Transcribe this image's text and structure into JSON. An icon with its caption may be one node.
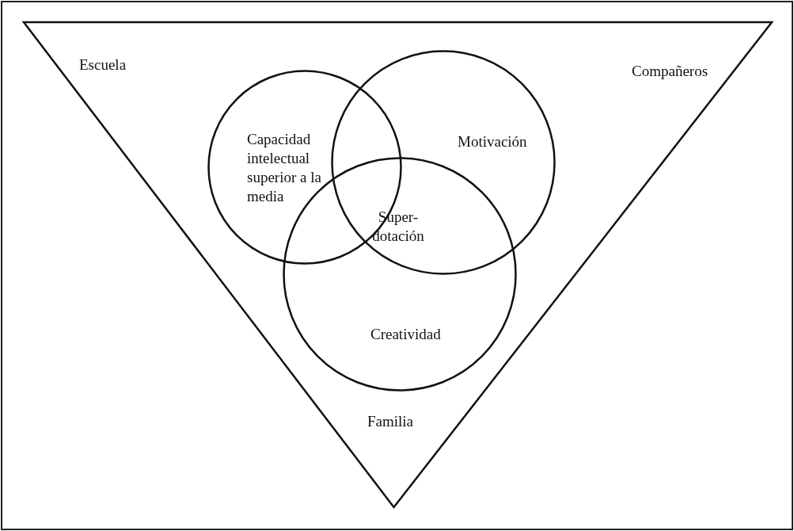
{
  "diagram": {
    "nodes": [
      {
        "text": [
          "Escuela",
          "Compañeros",
          "Familia"
        ]
      },
      {
        "text": [
          "Capacidad intelectual superior a la media"
        ],
        "in": 0
      },
      {
        "text": [
          "Motivación"
        ],
        "in": 0
      },
      {
        "text": [
          "Creatividad"
        ],
        "in": 0
      }
    ],
    "edges": [],
    "labels": [
      "Super-dotación"
    ]
  }
}
